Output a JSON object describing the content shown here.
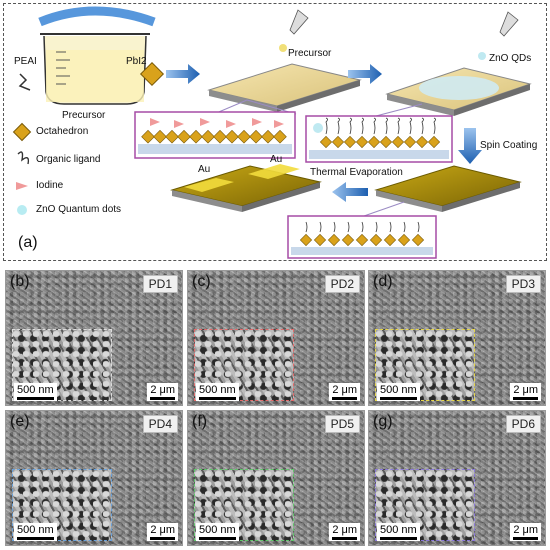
{
  "schematic": {
    "panel_letter": "(a)",
    "beaker_caption": "Precursor",
    "pea": "PEAI",
    "pbi": "PbI2",
    "precursor_label": "Precursor",
    "zno_label": "ZnO QDs",
    "spin": "Spin Coating",
    "thermal": "Thermal Evaporation",
    "au1": "Au",
    "au2": "Au",
    "legend": [
      "Octahedron",
      "Organic ligand",
      "Iodine",
      "ZnO Quantum dots"
    ]
  },
  "panels": [
    {
      "letter": "(b)",
      "pd": "PD1",
      "small": "500 nm",
      "big": "2 μm",
      "inset_color": "#dddddd"
    },
    {
      "letter": "(c)",
      "pd": "PD2",
      "small": "500 nm",
      "big": "2 μm",
      "inset_color": "#e06a6a"
    },
    {
      "letter": "(d)",
      "pd": "PD3",
      "small": "500 nm",
      "big": "2 μm",
      "inset_color": "#e5d64a"
    },
    {
      "letter": "(e)",
      "pd": "PD4",
      "small": "500 nm",
      "big": "2 μm",
      "inset_color": "#6aa0d8"
    },
    {
      "letter": "(f)",
      "pd": "PD5",
      "small": "500 nm",
      "big": "2 μm",
      "inset_color": "#5fc46a"
    },
    {
      "letter": "(g)",
      "pd": "PD6",
      "small": "500 nm",
      "big": "2 μm",
      "inset_color": "#8a78d8"
    }
  ]
}
